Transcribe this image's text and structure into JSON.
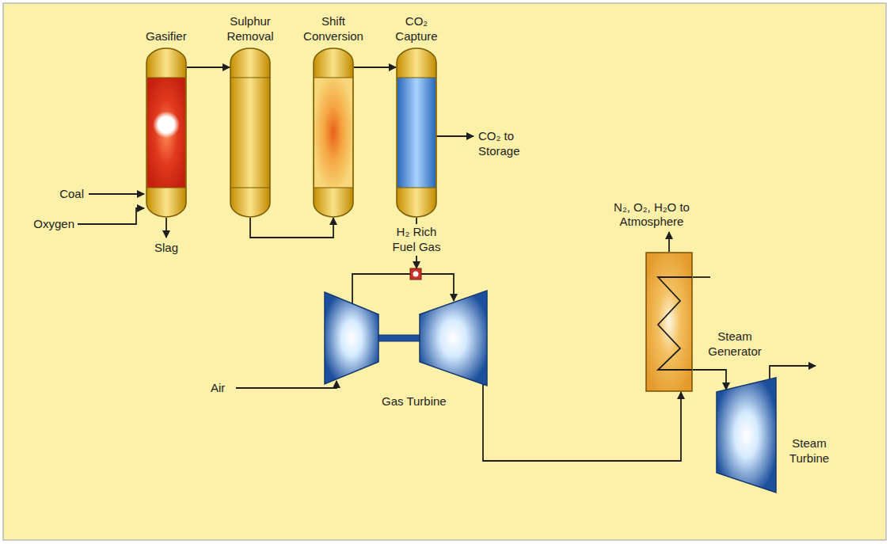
{
  "diagram": {
    "nodes": [
      {
        "text": [
          "Gasifier"
        ]
      },
      {
        "text": [
          "Sulphur Removal"
        ]
      },
      {
        "text": [
          "Shift Conversion"
        ]
      },
      {
        "text": [
          "CO₂ Capture"
        ]
      },
      {
        "text": [
          "Gas Turbine"
        ]
      },
      {
        "text": [
          "Steam Generator"
        ]
      },
      {
        "text": [
          "Steam Turbine"
        ]
      }
    ],
    "edges": [
      {
        "from": 0,
        "to": 1,
        "arrow": "to"
      },
      {
        "from": 1,
        "to": 2,
        "arrow": "to"
      },
      {
        "from": 2,
        "to": 3,
        "arrow": "to"
      },
      {
        "from": 3,
        "to": 4,
        "label": "H₂ Rich Fuel Gas",
        "arrow": "to"
      },
      {
        "from": 4,
        "to": 5,
        "arrow": "to"
      },
      {
        "from": 5,
        "to": 6,
        "arrow": "to"
      }
    ],
    "labels": [
      "Coal",
      "Oxygen",
      "Slag",
      "CO₂ to Storage",
      "N₂, O₂, H₂O to Atmosphere",
      "Air"
    ]
  }
}
